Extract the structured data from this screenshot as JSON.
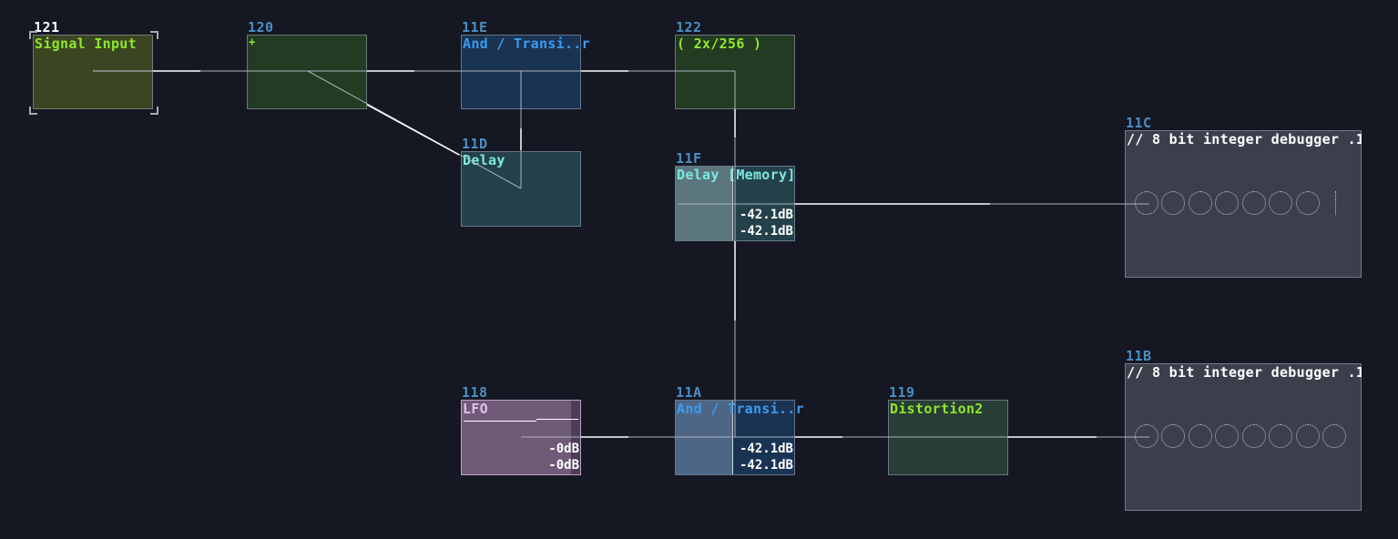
{
  "nodes": {
    "n121": {
      "id": "121",
      "label": "Signal Input",
      "label_color": "#8ee82c",
      "bg": "#3a4522"
    },
    "n120": {
      "id": "120",
      "label": "+",
      "label_color": "#8ee82c",
      "bg": "#223b22"
    },
    "n11e": {
      "id": "11E",
      "label": "And / Transi..r",
      "label_color": "#3a9cf0",
      "bg": "#1b3353"
    },
    "n122": {
      "id": "122",
      "label": "( 2x/256 )",
      "label_color": "#8ee82c",
      "bg": "#223b22"
    },
    "n11d": {
      "id": "11D",
      "label": "Delay",
      "label_color": "#7ce8e0",
      "bg": "#24414a"
    },
    "n11f": {
      "id": "11F",
      "label": "Delay [Memory]",
      "label_color": "#7ce8e0",
      "bg": "#24414a",
      "meter_top": "-42.1dB",
      "meter_bottom": "-42.1dB",
      "level": 0.5
    },
    "n11c": {
      "id": "11C",
      "label": "// 8 bit integer debugger .1",
      "label_color": "#ffffff",
      "bg": "#3b3f4b",
      "lamps": 8
    },
    "n11b": {
      "id": "11B",
      "label": "// 8 bit integer debugger .1",
      "label_color": "#ffffff",
      "bg": "#3b3f4b",
      "lamps": 8
    },
    "n118": {
      "id": "118",
      "label": "LFO",
      "label_color": "#e4bfef",
      "bg": "#6f5a78",
      "meter_top": "-0dB",
      "meter_bottom": "-0dB"
    },
    "n11a": {
      "id": "11A",
      "label": "And / Transi..r",
      "label_color": "#3a9cf0",
      "bg": "#1b3353",
      "meter_top": "-42.1dB",
      "meter_bottom": "-42.1dB",
      "level": 0.5
    },
    "n119": {
      "id": "119",
      "label": "Distortion2",
      "label_color": "#8ee82c",
      "bg": "#283d36"
    }
  },
  "colors": {
    "canvas": "#151722",
    "id_text": "#4b8fc4",
    "wire": "#ffffff",
    "selected_id": "#ffffff"
  }
}
